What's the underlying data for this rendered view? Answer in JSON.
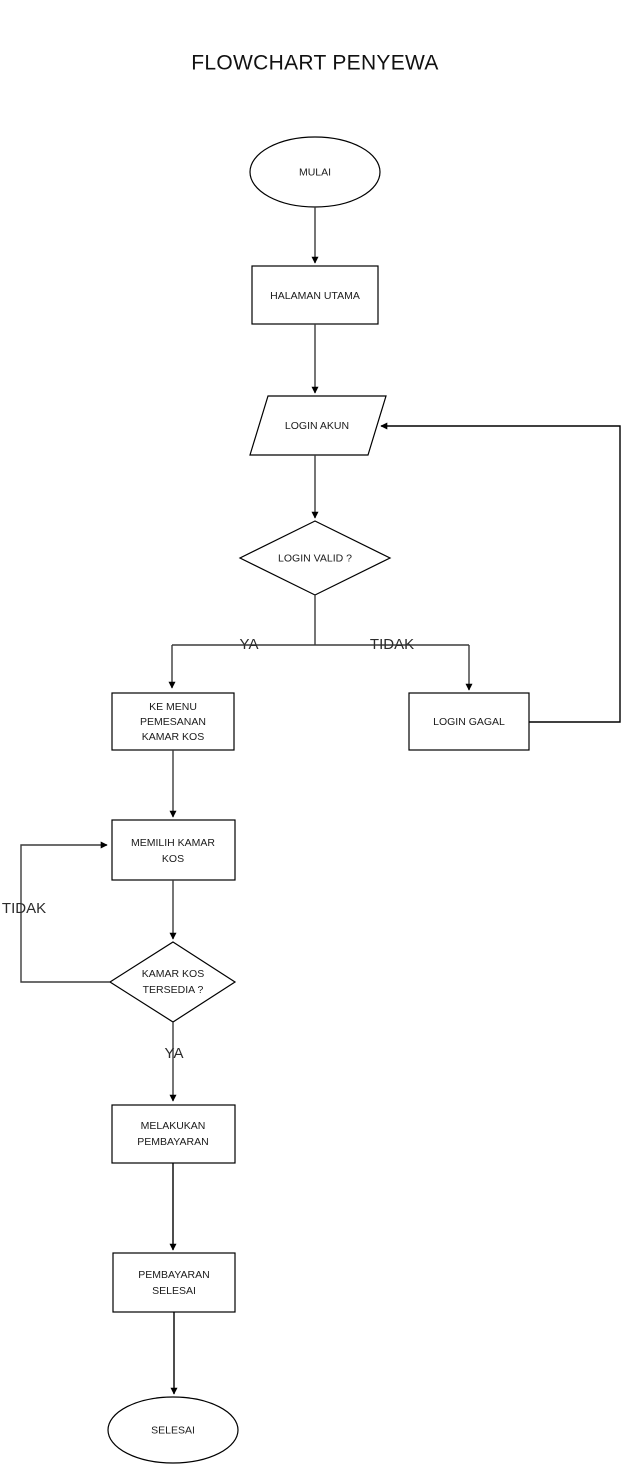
{
  "title": "FLOWCHART PENYEWA",
  "nodes": {
    "start": {
      "label": "MULAI",
      "shape": "ellipse"
    },
    "home": {
      "label": "HALAMAN UTAMA",
      "shape": "process"
    },
    "login_input": {
      "label": "LOGIN AKUN",
      "shape": "input-output"
    },
    "login_decision": {
      "label": "LOGIN VALID ?",
      "shape": "decision"
    },
    "menu": {
      "label_line1": "KE MENU",
      "label_line2": "PEMESANAN",
      "label_line3": "KAMAR KOS",
      "shape": "process"
    },
    "login_failed": {
      "label": "LOGIN GAGAL",
      "shape": "process"
    },
    "choose_room": {
      "label_line1": "MEMILIH KAMAR",
      "label_line2": "KOS",
      "shape": "process"
    },
    "room_decision": {
      "label_line1": "KAMAR KOS",
      "label_line2": "TERSEDIA ?",
      "shape": "decision"
    },
    "payment": {
      "label_line1": "MELAKUKAN",
      "label_line2": "PEMBAYARAN",
      "shape": "process"
    },
    "payment_done": {
      "label_line1": "PEMBAYARAN",
      "label_line2": "SELESAI",
      "shape": "process"
    },
    "end": {
      "label": "SELESAI",
      "shape": "ellipse"
    }
  },
  "edge_labels": {
    "login_yes": "YA",
    "login_no": "TIDAK",
    "room_no": "TIDAK",
    "room_yes": "YA"
  },
  "colors": {
    "background": "#ffffff",
    "stroke": "#000000",
    "connector": "#3b3b3b",
    "text": "#1a1a1a"
  }
}
